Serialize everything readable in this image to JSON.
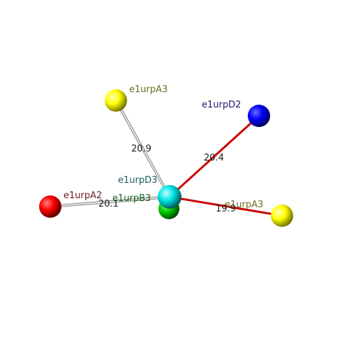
{
  "nodes": {
    "a3_top": {
      "label": "e1urpA3",
      "color": "#ffff00",
      "label_color": "#6b6b1e"
    },
    "d2": {
      "label": "e1urpD2",
      "color": "#0000ff",
      "label_color": "#1a1a6e"
    },
    "a2": {
      "label": "e1urpA2",
      "color": "#ff0000",
      "label_color": "#6e1a1a"
    },
    "b3": {
      "label": "e1urpB3",
      "color": "#00cc00",
      "label_color": "#1a5e1a"
    },
    "d3": {
      "label": "e1urpD3",
      "color": "#00e5e5",
      "label_color": "#1a5e5e"
    },
    "a3_right": {
      "label": "e1urpA3",
      "color": "#ffff00",
      "label_color": "#6b6b1e"
    }
  },
  "edges": {
    "d3_a3_top": {
      "distance": "20.9",
      "color": "#c8c8c8"
    },
    "d3_d2": {
      "distance": "20.4",
      "color": "#cc0000"
    },
    "d3_a2": {
      "distance": "20.1",
      "color": "#c8c8c8"
    },
    "d3_a3_right": {
      "distance": "19.9",
      "color": "#cc0000"
    }
  }
}
